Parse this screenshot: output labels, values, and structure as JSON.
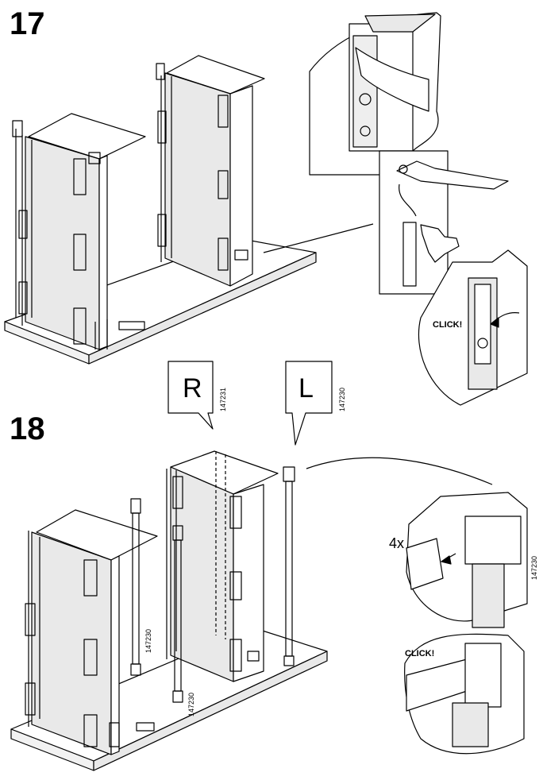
{
  "steps": [
    {
      "number": "17",
      "callouts": [
        {
          "label": "CLICK!"
        }
      ]
    },
    {
      "number": "18",
      "side_labels": [
        {
          "letter": "R",
          "part_number": "147231"
        },
        {
          "letter": "L",
          "part_number": "147230"
        }
      ],
      "part_numbers_on_uprights": [
        "147230",
        "147230"
      ],
      "callouts": [
        {
          "quantity": "4x",
          "part_number": "147230"
        },
        {
          "label": "CLICK!"
        }
      ]
    }
  ],
  "colors": {
    "ink": "#000000",
    "paper": "#ffffff",
    "shade": "#e9e9e9"
  },
  "icons": [
    "hand-pointer-icon",
    "arrow-icon"
  ]
}
